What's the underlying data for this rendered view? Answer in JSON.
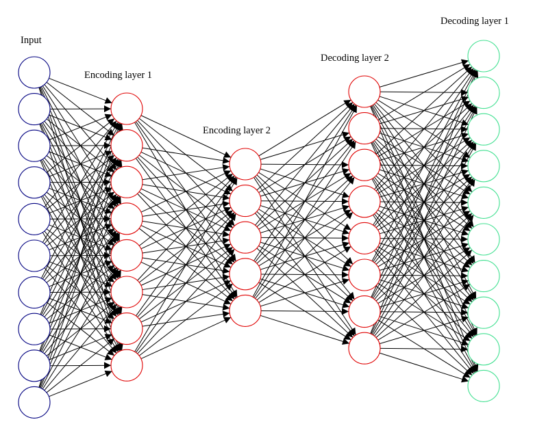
{
  "diagram": {
    "layers": [
      {
        "label": "Input",
        "nodes": 10,
        "color": "#000080"
      },
      {
        "label": "Encoding layer 1",
        "nodes": 8,
        "color": "#e00000"
      },
      {
        "label": "Encoding layer 2",
        "nodes": 5,
        "color": "#e00000"
      },
      {
        "label": "Decoding layer 2",
        "nodes": 8,
        "color": "#e00000"
      },
      {
        "label": "Decoding layer 1",
        "nodes": 10,
        "color": "#40e090"
      }
    ],
    "edge_color": "#000000",
    "connectivity": "fully-connected"
  }
}
